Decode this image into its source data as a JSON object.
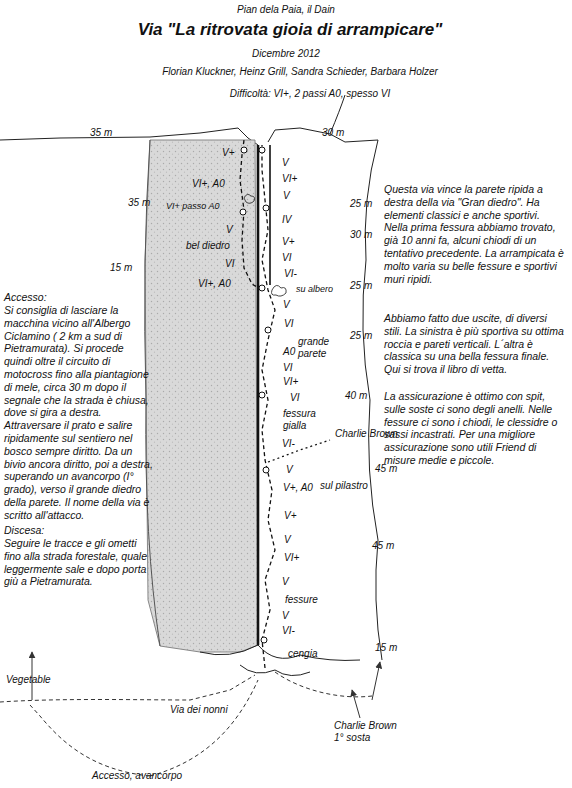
{
  "diagram": {
    "title": "Via \"La ritrovata gioia di arrampicare\"",
    "labels": [
      "Pian dela Paia, il Dain",
      "Dicembre 2012",
      "Florian Kluckner, Heinz Grill, Sandra Schieder, Barbara Holzer",
      "Difficoltà: VI+, 2 passi A0, spesso VI",
      "35 m",
      "30 m",
      "V+",
      "V",
      "VI+, A0",
      "VI+",
      "35 m",
      "VI+ passo A0",
      "V",
      "25 m",
      "V",
      "IV",
      "30 m",
      "bel diedro",
      "V+",
      "15 m",
      "VI",
      "VI",
      "VI-",
      "VI+, A0",
      "su albero",
      "25 m",
      "V",
      "VI",
      "grande parete",
      "A0",
      "25 m",
      "VI",
      "VI+",
      "40 m",
      "VI",
      "fessura gialla",
      "VI-",
      "Charlie Brown",
      "V",
      "45 m",
      "V+, A0",
      "sul pilastro",
      "V+",
      "V",
      "45 m",
      "VI+",
      "V",
      "fessure",
      "V",
      "VI-",
      "15 m",
      "cengia",
      "Accesso:",
      "Si consiglia di lasciare la macchina vicino all'Albergo Ciclamino ( 2 km a sud di Pietramurata). Si procede quindi oltre il circuito di motocross fino alla piantagione di mele, circa 30 m dopo il segnale che la strada è chiusa, dove si gira a destra. Attraversare il prato e salire ripidamente sul sentiero nel bosco sempre diritto. Da un bivio ancora diritto, poi a destra, superando un avancorpo (I° grado), verso il grande diedro della parete. Il nome della via è scritto all'attacco.",
      "Discesa:",
      "Seguire le tracce e gli ometti fino alla strada forestale, quale leggermente sale e dopo porta giù a Pietramurata.",
      "Questa via vince la parete ripida a destra della via \"Gran diedro\". Ha elementi classici e anche sportivi. Nella prima fessura abbiamo trovato, già 10 anni fa, alcuni chiodi di un tentativo precedente. La arrampicata è molto varia su belle fessure e sportivi muri ripidi.",
      "Abbiamo fatto due uscite, di diversi stili. La sinistra è più sportiva su ottima roccia e pareti verticali. L´altra è classica su una bella fessura finale. Qui si trova il libro di vetta.",
      "La assicurazione è ottimo con spit, sulle soste ci sono degli anelli. Nelle fessure ci sono i chiodi, le clessidre o sassi incastrati. Per una migliore assicurazione sono utili  Friend di misure medie e piccole.",
      "Vegetable",
      "Via dei nonni",
      "Charlie Brown 1° sosta",
      "Accesso, avancorpo"
    ]
  }
}
